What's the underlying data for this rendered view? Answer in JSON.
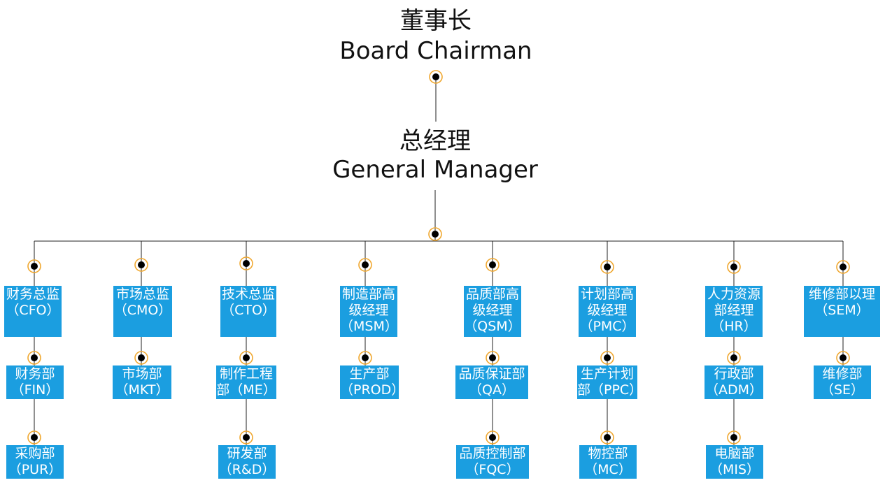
{
  "colors": {
    "box_fill": "#1b9ee0",
    "box_text": "#ffffff",
    "line": "#222222",
    "dot": "#000000",
    "dot_ring": "#f0a830"
  },
  "top": {
    "chairman_cn": "董事长",
    "chairman_en": "Board Chairman",
    "gm_cn": "总经理",
    "gm_en": "General Manager"
  },
  "departments": [
    {
      "head": [
        "财务总监",
        "（CFO）"
      ],
      "subs": [
        [
          "财务部",
          "（FIN）"
        ],
        [
          "采购部",
          "（PUR）"
        ]
      ]
    },
    {
      "head": [
        "市场总监",
        "（CMO）"
      ],
      "subs": [
        [
          "市场部",
          "（MKT）"
        ]
      ]
    },
    {
      "head": [
        "技术总监",
        "（CTO）"
      ],
      "subs": [
        [
          "制作工程",
          "部（ME）"
        ],
        [
          "研发部",
          "（R&D）"
        ]
      ]
    },
    {
      "head": [
        "制造部高",
        "级经理",
        "（MSM）"
      ],
      "subs": [
        [
          "生产部",
          "（PROD）"
        ]
      ]
    },
    {
      "head": [
        "品质部高",
        "级经理",
        "（QSM）"
      ],
      "subs": [
        [
          "品质保证部",
          "（QA）"
        ],
        [
          "品质控制部",
          "（FQC）"
        ]
      ]
    },
    {
      "head": [
        "计划部高",
        "级经理",
        "（PMC）"
      ],
      "subs": [
        [
          "生产计划",
          "部（PPC）"
        ],
        [
          "物控部",
          "（MC）"
        ]
      ]
    },
    {
      "head": [
        "人力资源",
        "部经理",
        "（HR）"
      ],
      "subs": [
        [
          "行政部",
          "（ADM）"
        ],
        [
          "电脑部",
          "（MIS）"
        ]
      ]
    },
    {
      "head": [
        "维修部以理",
        "（SEM）"
      ],
      "subs": [
        [
          "维修部",
          "（SE）"
        ]
      ]
    }
  ]
}
